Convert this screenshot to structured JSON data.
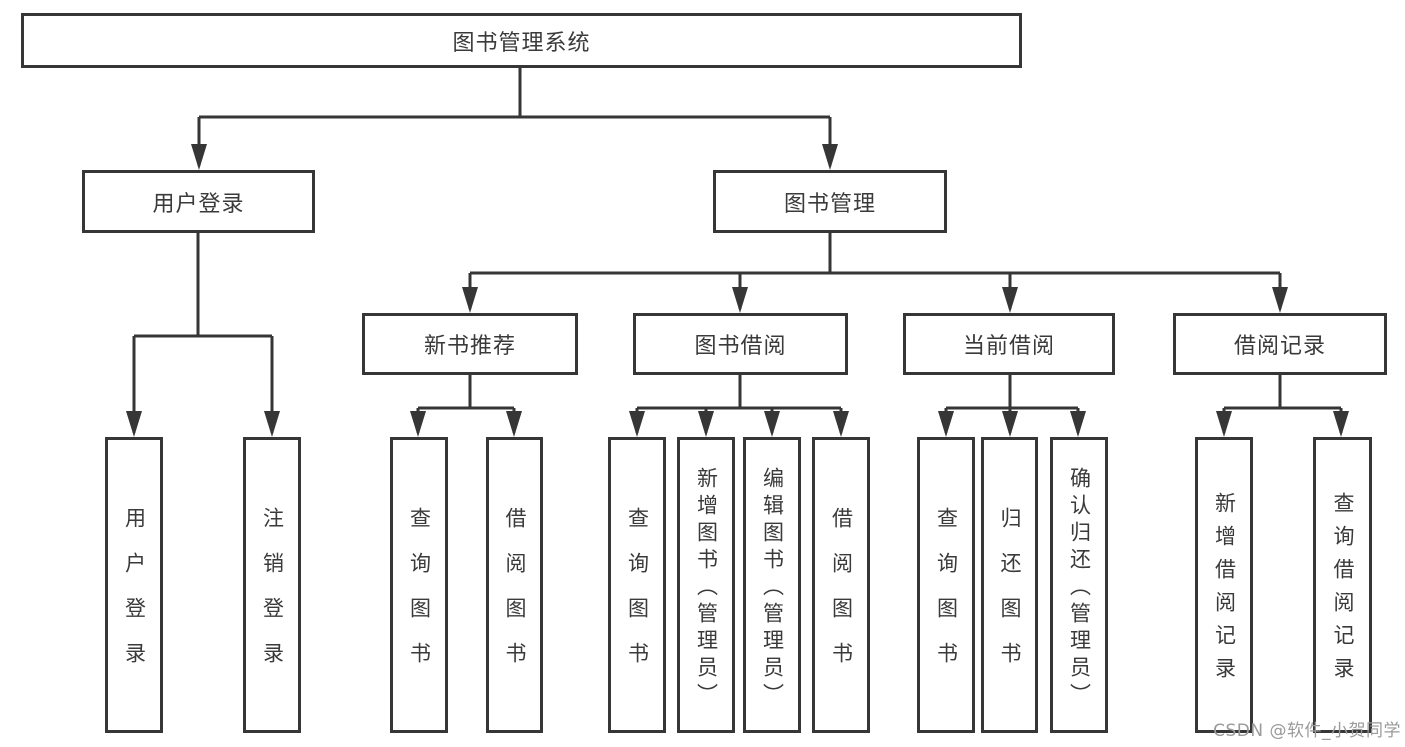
{
  "diagram": {
    "root": "图书管理系统",
    "level2": {
      "login": "用户登录",
      "management": "图书管理"
    },
    "login_children": [
      "用户登录",
      "注销登录"
    ],
    "sections": [
      "新书推荐",
      "图书借阅",
      "当前借阅",
      "借阅记录"
    ],
    "section_children": {
      "new_books": [
        "查询图书",
        "借阅图书"
      ],
      "book_borrow": [
        "查询图书",
        "新增图书（管理员）",
        "编辑图书（管理员）",
        "借阅图书"
      ],
      "current_borrow": [
        "查询图书",
        "归还图书",
        "确认归还（管理员）"
      ],
      "borrow_records": [
        "新增借阅记录",
        "查询借阅记录"
      ]
    }
  },
  "watermark": "CSDN @软件_小贺同学",
  "colors": {
    "line": "#363636",
    "box_border": "#363636",
    "text": "#3a3a3a",
    "watermark": "#9a9a9a",
    "background": "#ffffff"
  }
}
